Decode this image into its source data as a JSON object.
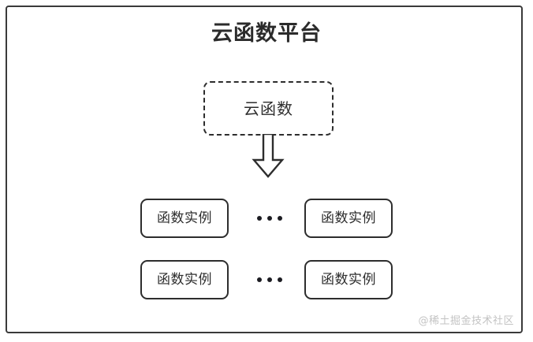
{
  "diagram": {
    "title": "云函数平台",
    "cloud_function": {
      "label": "云函数",
      "style": "dashed"
    },
    "arrow": {
      "icon": "arrow-down-block-icon",
      "direction": "down"
    },
    "instance_rows": [
      {
        "left_label": "函数实例",
        "ellipsis": "•••",
        "right_label": "函数实例"
      },
      {
        "left_label": "函数实例",
        "ellipsis": "•••",
        "right_label": "函数实例"
      }
    ],
    "watermark": "@稀土掘金技术社区",
    "colors": {
      "frame_border": "#3a3a3a",
      "box_border": "#2d2d2d",
      "text": "#2d2d2d",
      "title_text": "#2b2b2b",
      "background": "#ffffff",
      "watermark_text": "#c3c3c3",
      "dot": "#1c1c22"
    }
  }
}
